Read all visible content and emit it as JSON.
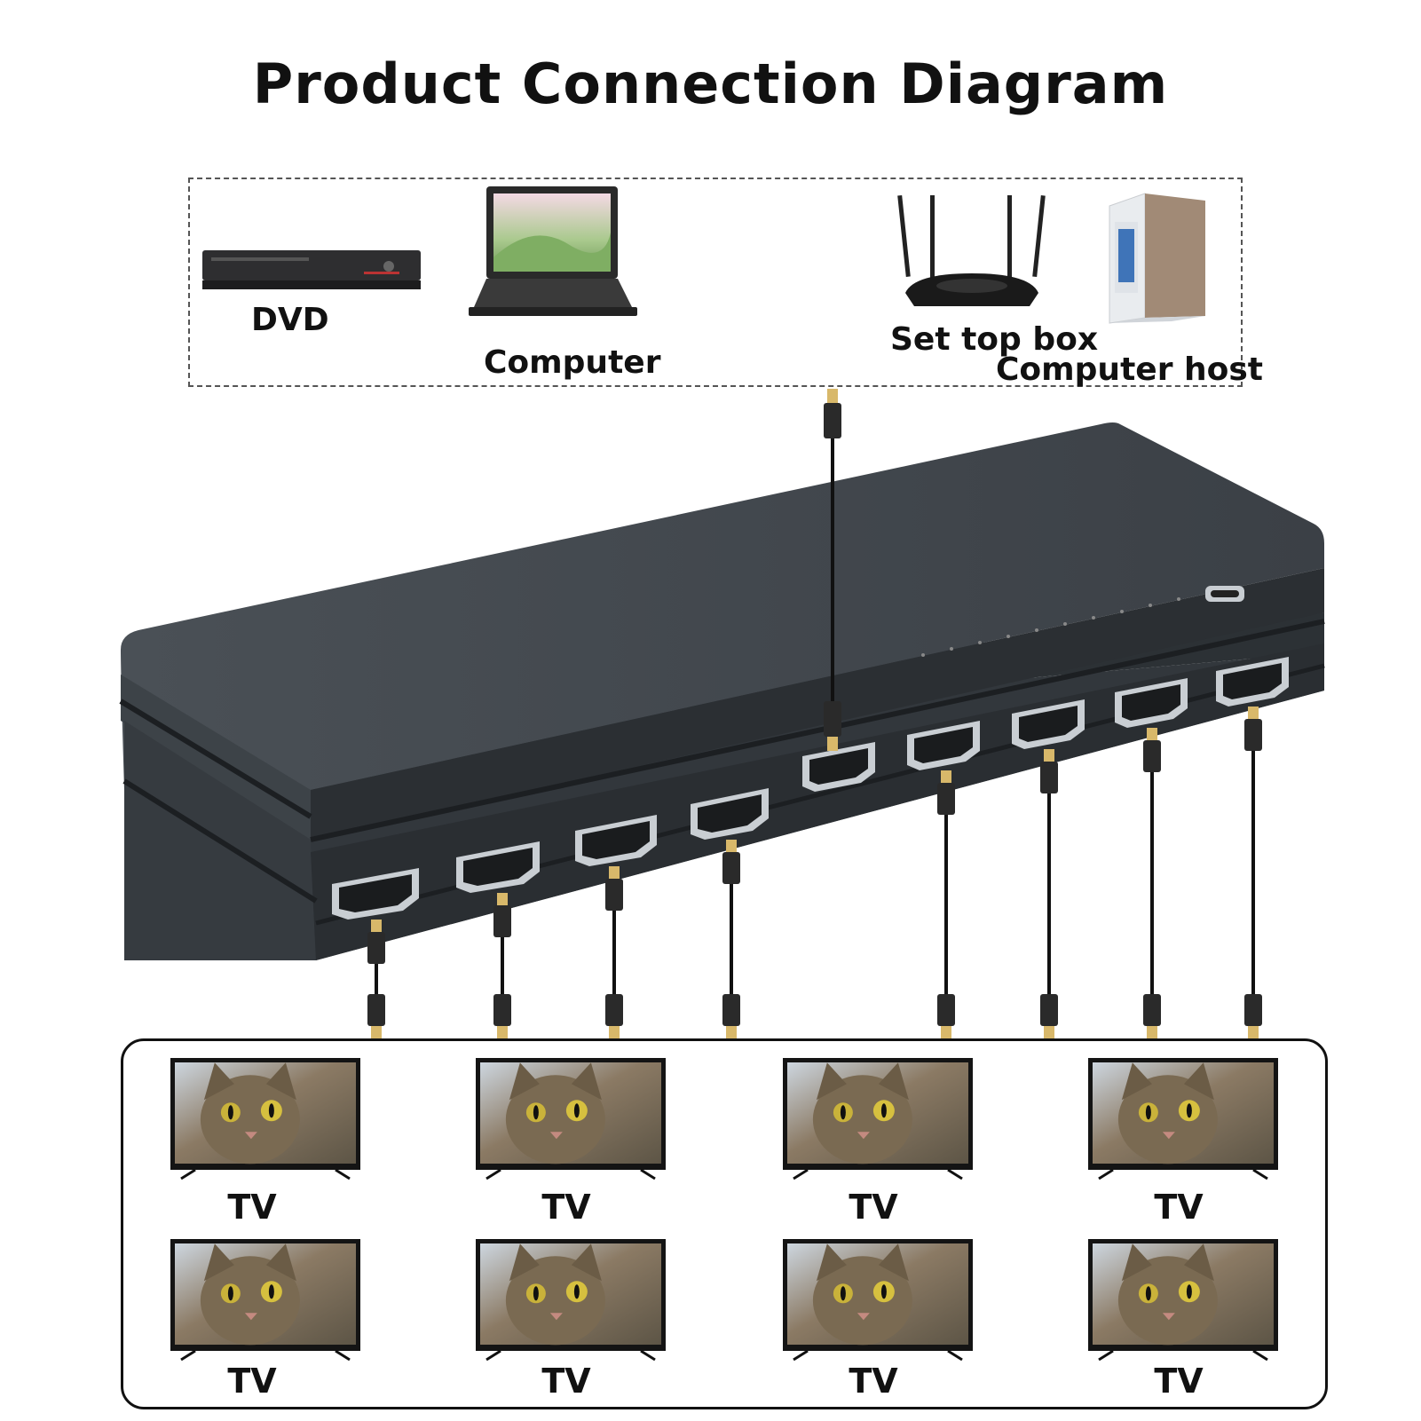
{
  "title": "Product Connection Diagram",
  "sources": {
    "dvd": "DVD",
    "computer": "Computer",
    "set_top_box": "Set top box",
    "computer_host": "Computer host"
  },
  "outputs": {
    "tv_label": "TV",
    "count": 8
  }
}
